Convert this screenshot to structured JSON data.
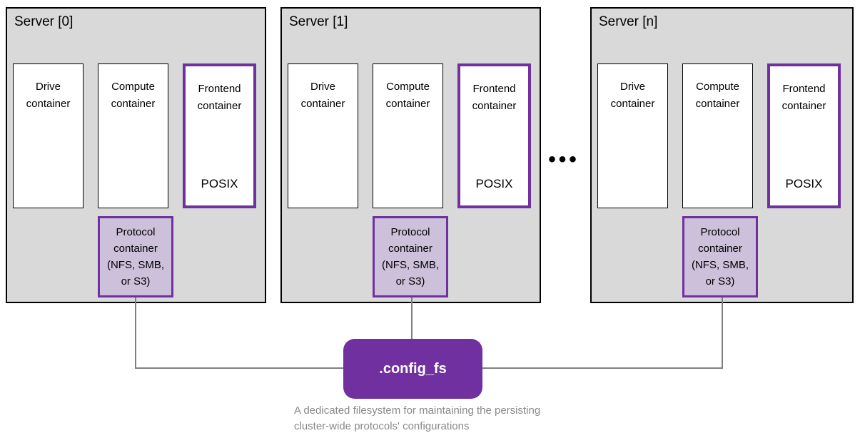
{
  "diagram": {
    "servers": [
      {
        "title": "Server [0]",
        "drive": "Drive container",
        "compute": "Compute container",
        "frontend": "Frontend container",
        "posix": "POSIX",
        "protocol": "Protocol container (NFS, SMB, or S3)"
      },
      {
        "title": "Server [1]",
        "drive": "Drive container",
        "compute": "Compute container",
        "frontend": "Frontend container",
        "posix": "POSIX",
        "protocol": "Protocol container (NFS, SMB, or S3)"
      },
      {
        "title": "Server [n]",
        "drive": "Drive container",
        "compute": "Compute container",
        "frontend": "Frontend container",
        "posix": "POSIX",
        "protocol": "Protocol container (NFS, SMB, or S3)"
      }
    ],
    "ellipsis": "•••",
    "config_fs": {
      "label": ".config_fs",
      "caption": "A dedicated filesystem for maintaining the persisting cluster-wide protocols' configurations"
    }
  },
  "colors": {
    "purple": "#7030a0",
    "protocol_fill": "#ccc0da",
    "server_fill": "#d9d9d9",
    "line_gray": "#808080",
    "caption_gray": "#8a8a8a"
  }
}
